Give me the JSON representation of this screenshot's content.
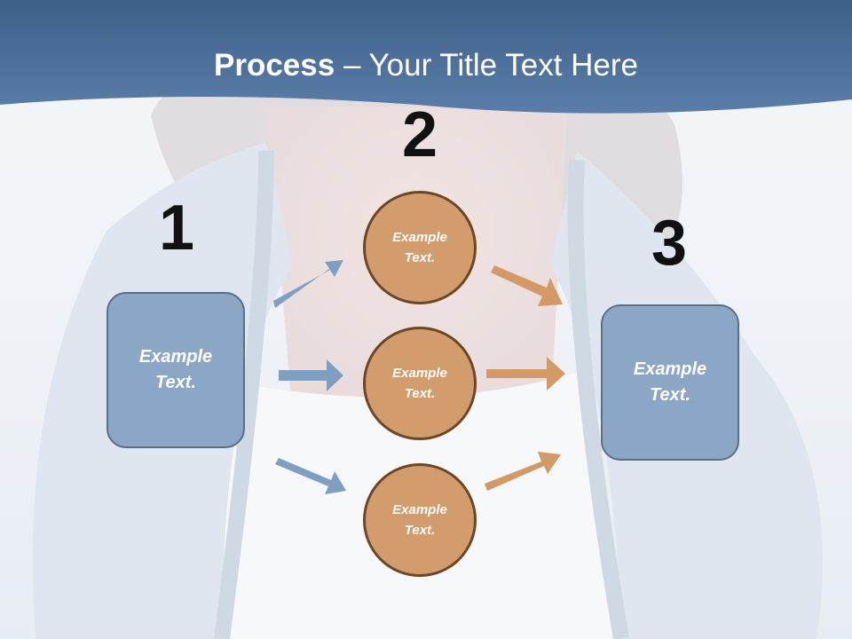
{
  "title": {
    "bold": "Process",
    "rest": " – Your Title Text Here"
  },
  "steps": [
    "1",
    "2",
    "3"
  ],
  "left_box": {
    "text": "Example\nText."
  },
  "circles": [
    {
      "text": "Example\nText."
    },
    {
      "text": "Example\nText."
    },
    {
      "text": "Example\nText."
    }
  ],
  "right_box": {
    "text": "Example\nText."
  },
  "colors": {
    "title_band": "#4e72a0",
    "box_fill": "#8ca7c6",
    "circle_fill": "#d39c6c",
    "blue_arrow": "#7f9fc2",
    "orange_arrow": "#d49a66"
  }
}
